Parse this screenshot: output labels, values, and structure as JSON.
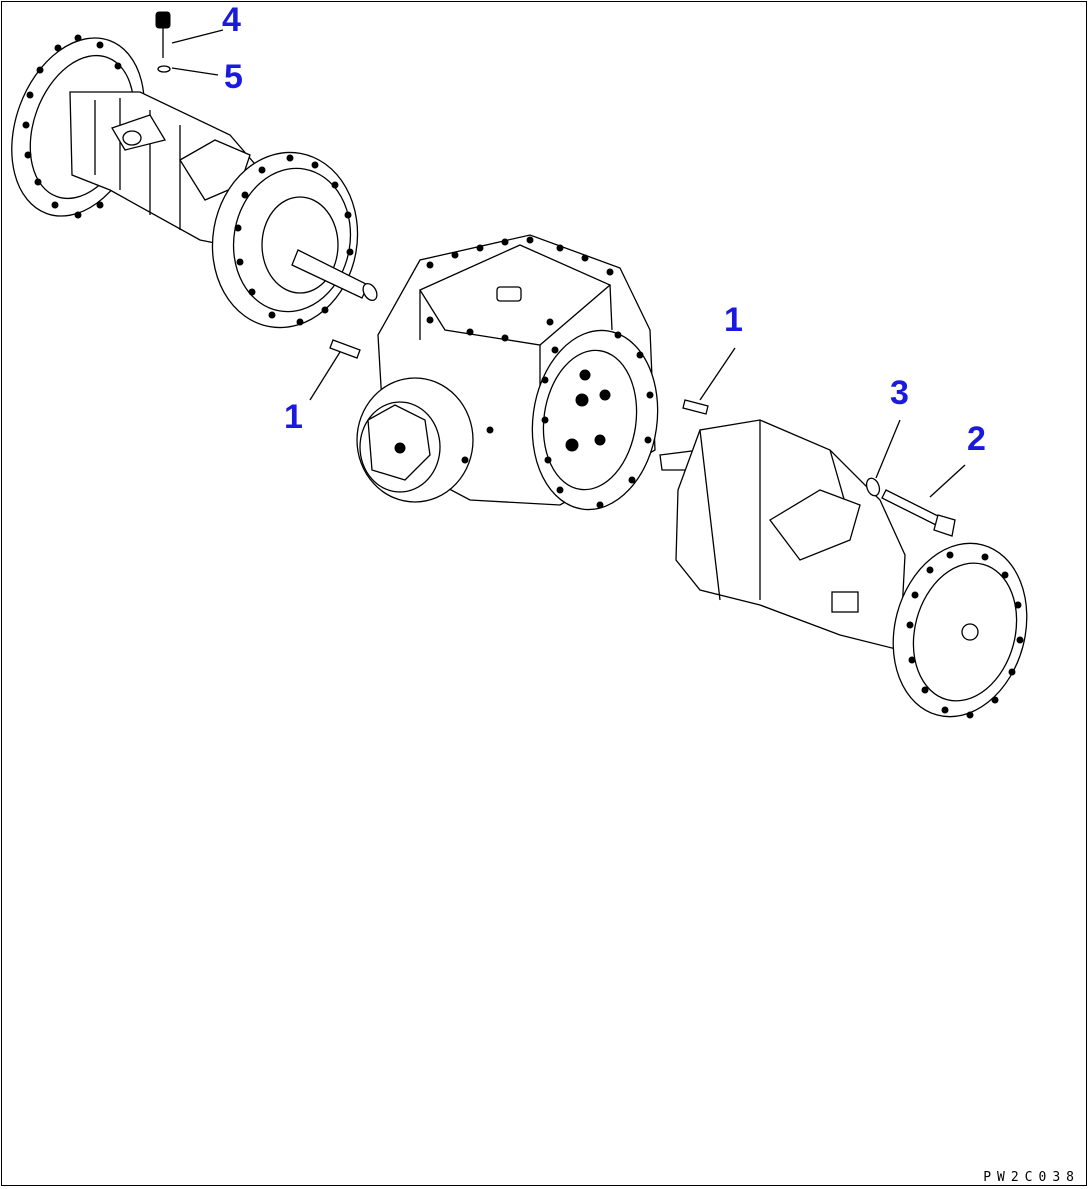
{
  "drawing_code": "PW2C038",
  "callouts": [
    {
      "id": "c4",
      "label": "4"
    },
    {
      "id": "c5",
      "label": "5"
    },
    {
      "id": "c1a",
      "label": "1"
    },
    {
      "id": "c1b",
      "label": "1"
    },
    {
      "id": "c3",
      "label": "3"
    },
    {
      "id": "c2",
      "label": "2"
    }
  ],
  "colors": {
    "callout": "#1a1adc",
    "line": "#000000",
    "background": "#ffffff"
  }
}
